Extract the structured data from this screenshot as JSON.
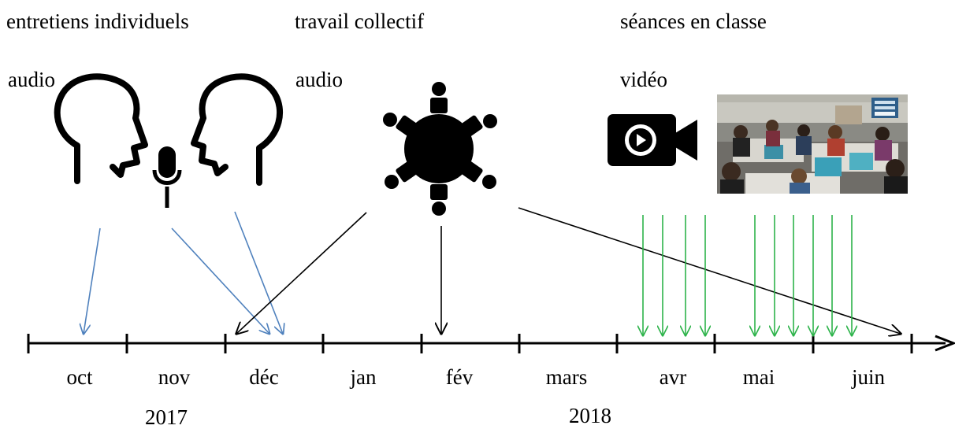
{
  "labels": {
    "individual": "entretiens individuels",
    "individual_media": "audio",
    "collective": "travail collectif",
    "collective_media": "audio",
    "classroom": "séances en classe",
    "classroom_media": "vidéo"
  },
  "months": [
    "oct",
    "nov",
    "déc",
    "jan",
    "fév",
    "mars",
    "avr",
    "mai",
    "juin"
  ],
  "years": [
    "2017",
    "2018"
  ],
  "colors": {
    "individual_arrows": "#4f81bd",
    "collective_arrows": "#000000",
    "classroom_arrows": "#2db34a",
    "axis": "#000000"
  },
  "icons": [
    "speaking-head-left-icon",
    "microphone-icon",
    "speaking-head-right-icon",
    "round-table-meeting-icon",
    "video-camera-icon",
    "classroom-photo"
  ]
}
